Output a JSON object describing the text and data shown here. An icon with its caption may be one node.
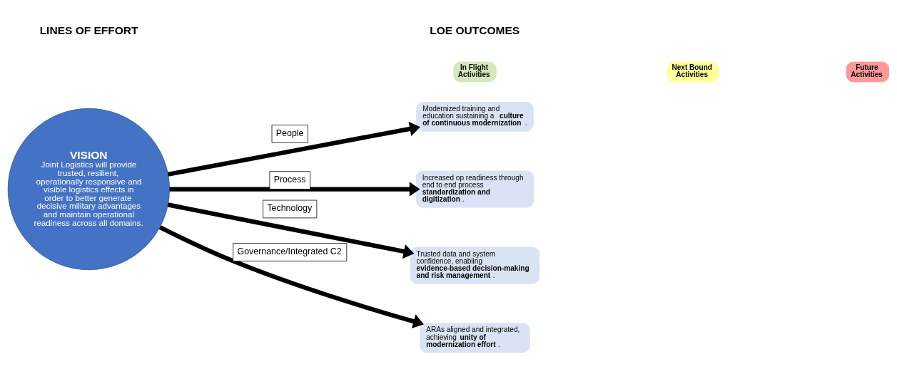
{
  "diagram": {
    "nodes": [
      {
        "text": [
          "VISION",
          "Joint Logistics will provide trusted, resilient, operationally responsive and visible logistics effects in order to better generate decisive military advantages and maintain operational readiness across all domains."
        ]
      },
      {
        "text": [
          "Modernized training and education sustaining a **culture of continuous modernization**."
        ]
      },
      {
        "text": [
          "Increased op readiness through end to end process **standardization and digitization**."
        ]
      },
      {
        "text": [
          "Trusted data and system confidence, enabling **evidence-based decision-making and risk management**."
        ]
      },
      {
        "text": [
          "ARAs aligned and integrated, achieving **unity of modernization effort**."
        ]
      }
    ],
    "edges": [
      {
        "from": 0,
        "to": 1,
        "arrow": "to",
        "label": "People"
      },
      {
        "from": 0,
        "to": 2,
        "arrow": "to",
        "label": "Process"
      },
      {
        "from": 0,
        "to": 3,
        "arrow": "to",
        "label": "Technology"
      },
      {
        "from": 0,
        "to": 4,
        "arrow": "to",
        "label": "Governance/Integrated C2"
      }
    ],
    "labels": [
      "LINES OF EFFORT",
      "LOE OUTCOMES"
    ],
    "legend": [
      {
        "text": "In Flight Activities",
        "color": "#d5e8bd"
      },
      {
        "text": "Next Bound Activities",
        "color": "#ffff99"
      },
      {
        "text": "Future Activities",
        "color": "#ff9999"
      }
    ]
  }
}
